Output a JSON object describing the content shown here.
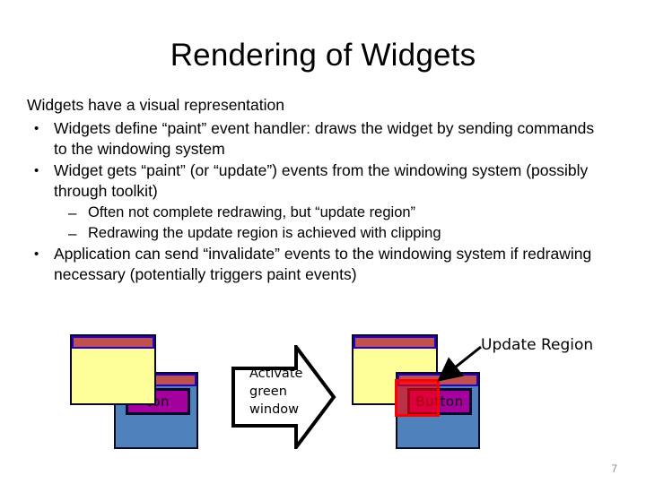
{
  "slide": {
    "title": "Rendering of Widgets",
    "page_number": "7"
  },
  "content": {
    "intro": "Widgets have a visual representation",
    "bullet_marker": "•",
    "dash_marker": "–",
    "bullets": [
      "Widgets define “paint” event handler: draws the widget by sending commands to the windowing system",
      "Widget gets “paint” (or “update”) events from the windowing system (possibly through toolkit)"
    ],
    "sub_bullets": [
      "Often not complete redrawing, but “update region”",
      "Redrawing the update region is achieved with clipping"
    ],
    "last_bullet": "Application can send “invalidate” events to the windowing system if redrawing necessary (potentially triggers paint events)"
  },
  "diagram": {
    "left_group": {
      "yellow_window_label": "",
      "blue_window_label": "",
      "button_label": "ton"
    },
    "right_group": {
      "button_label": "Button",
      "update_region_label": "Update Region"
    },
    "block_arrow": {
      "line1": "Activate",
      "line2": "green",
      "line3": "window"
    },
    "colors": {
      "window_body_yellow": "#FFFF99",
      "window_body_blue": "#4F81BD",
      "titlebar_red": "#C0504D",
      "titlebar_border_blue": "#2200CC",
      "window_border": "#0A0A28",
      "button_purple": "#A3009E",
      "update_region_red": "#FF0000",
      "page_number_gray": "#8A8A8A"
    }
  }
}
